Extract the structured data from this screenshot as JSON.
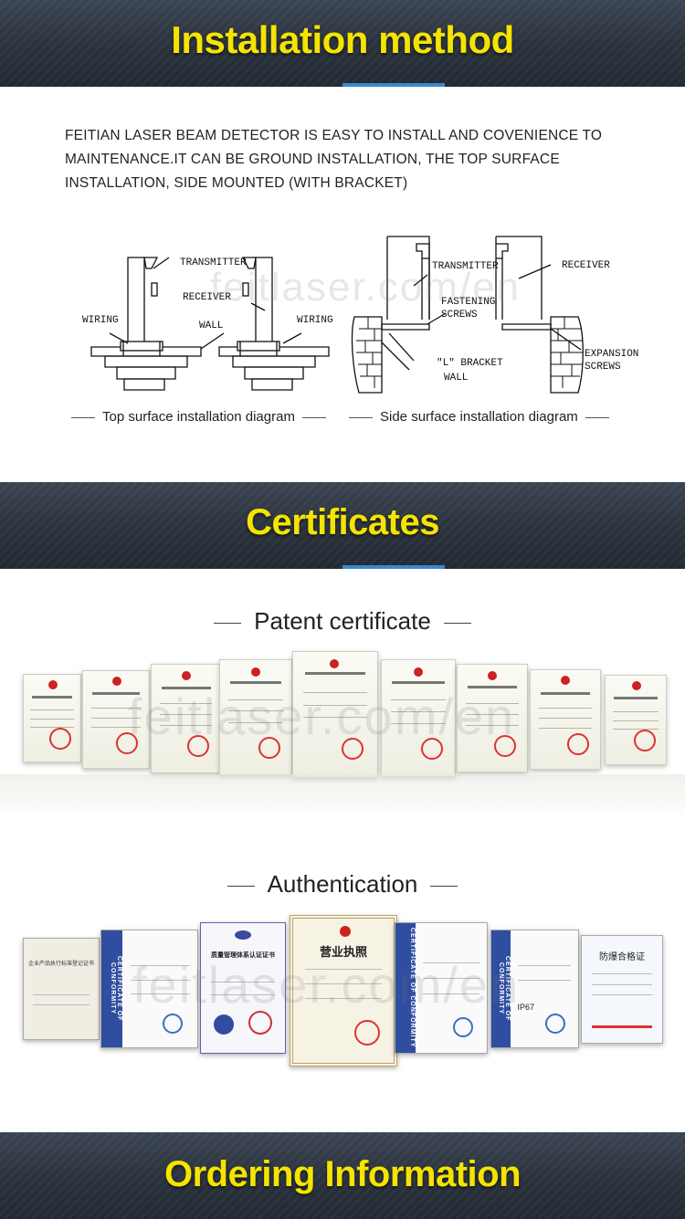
{
  "sections": {
    "installation": {
      "title": "Installation method"
    },
    "certificates": {
      "title": "Certificates"
    },
    "ordering": {
      "title": "Ordering Information"
    }
  },
  "intro_text": "FEITIAN LASER BEAM DETECTOR IS EASY TO INSTALL AND COVENIENCE TO MAINTENANCE.IT CAN BE GROUND INSTALLATION, THE TOP SURFACE INSTALLATION, SIDE MOUNTED (WITH BRACKET)",
  "diagram_top": {
    "labels": {
      "transmitter": "TRANSMITTER",
      "receiver": "RECEIVER",
      "wiring_left": "WIRING",
      "wiring_right": "WIRING",
      "wall": "WALL"
    },
    "caption": "Top surface installation diagram"
  },
  "diagram_side": {
    "labels": {
      "transmitter": "TRANSMITTER",
      "receiver": "RECEIVER",
      "fastening": "FASTENING",
      "screws": "SCREWS",
      "bracket": "\"L\" BRACKET",
      "wall": "WALL",
      "expansion": "EXPANSION",
      "expansion_screws": "SCREWS"
    },
    "caption": "Side surface installation diagram"
  },
  "patent": {
    "title": "Patent certificate"
  },
  "authentication": {
    "title": "Authentication",
    "conformity_text": "CERTIFICATE OF CONFORMITY",
    "license_title": "营业执照",
    "ip_text": "IP67",
    "explosion_title": "防爆合格证",
    "quality_title": "质量管理体系认证证书",
    "standard_title": "企业产品执行标准登记证书"
  },
  "watermark": "feitlaser.com/en"
}
